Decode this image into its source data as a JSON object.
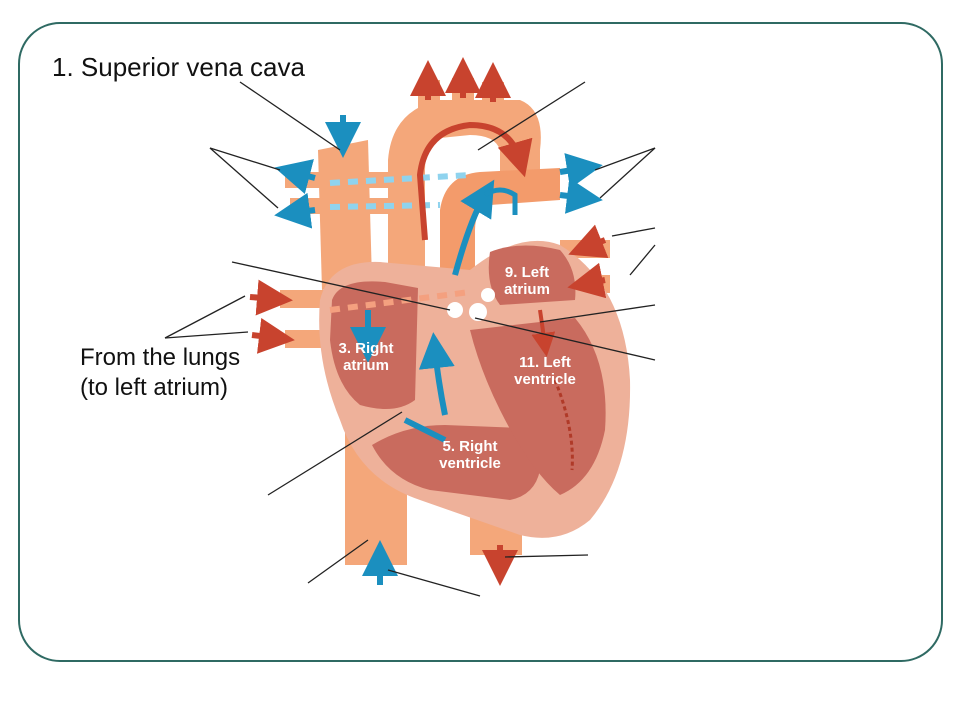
{
  "labels": {
    "superior_vena_cava": "1. Superior vena cava",
    "from_lungs_line1": "From the lungs",
    "from_lungs_line2": "(to left atrium)"
  },
  "chambers": {
    "right_atrium_1": "3. Right",
    "right_atrium_2": "atrium",
    "right_ventricle_1": "5. Right",
    "right_ventricle_2": "ventricle",
    "left_atrium_1": "9. Left",
    "left_atrium_2": "atrium",
    "left_ventricle_1": "11. Left",
    "left_ventricle_2": "ventricle"
  },
  "colors": {
    "frame": "#2f6a63",
    "vessel": "#f4a77a",
    "vessel_dark": "#e8915f",
    "muscle": "#e9b7a3",
    "chamber": "#c96b5e",
    "deoxygenated_arrow": "#1b8fbf",
    "oxygenated_arrow": "#c8432e"
  }
}
